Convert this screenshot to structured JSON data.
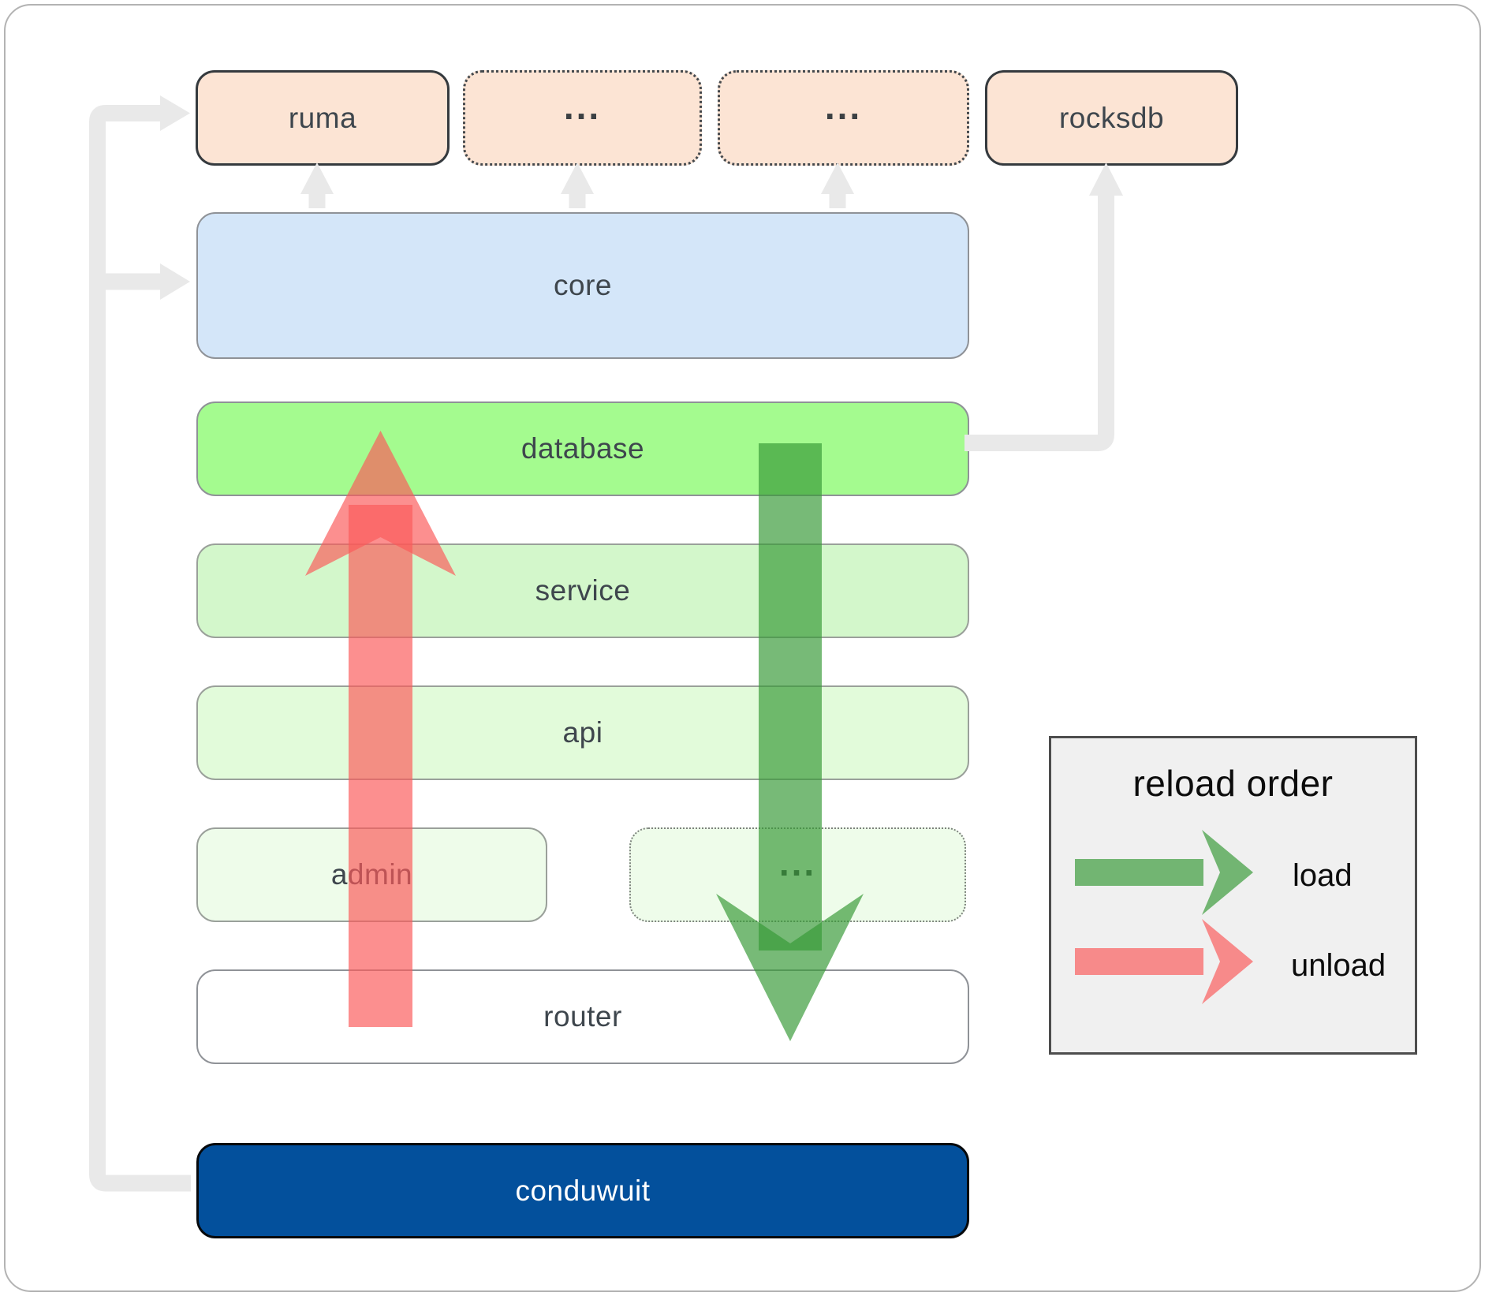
{
  "diagram": {
    "top_row": {
      "ruma": "ruma",
      "ellipsis1": "...",
      "ellipsis2": "...",
      "rocksdb": "rocksdb"
    },
    "layers": {
      "core": "core",
      "database": "database",
      "service": "service",
      "api": "api",
      "admin": "admin",
      "admin_ellipsis": "...",
      "router": "router",
      "conduwuit": "conduwuit"
    },
    "legend": {
      "title": "reload order",
      "load_label": "load",
      "unload_label": "unload"
    },
    "colors": {
      "module_fill": "#fce4d4",
      "core_fill": "#d4e6f9",
      "database_fill": "#a4fb8f",
      "service_fill": "#d3f7cb",
      "api_fill": "#e2fbda",
      "admin_fill": "#eefcea",
      "router_fill": "#ffffff",
      "conduwuit_fill": "#03509c",
      "load_arrow_green": "#379a37",
      "unload_arrow_red": "#fa5a5a",
      "connector_gray": "#e9e9e9"
    }
  }
}
